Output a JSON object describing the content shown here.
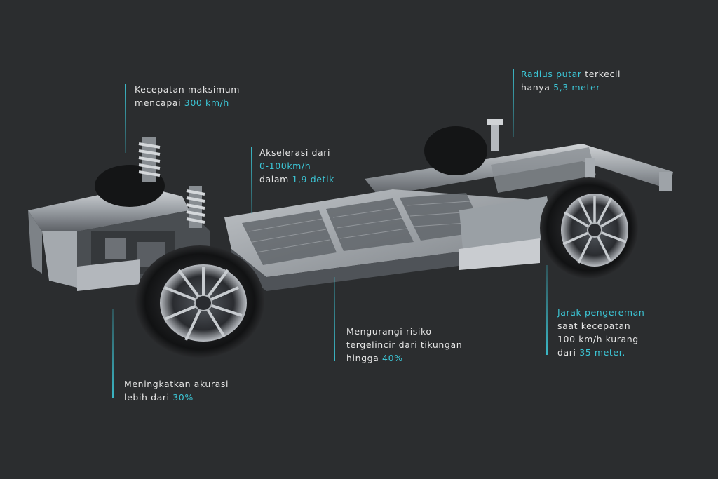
{
  "colors": {
    "background": "#2b2d2f",
    "accent": "#3cc6d6",
    "text": "#e6e6e6"
  },
  "callouts": {
    "speed": {
      "line1": "Kecepatan maksimum",
      "line2_pre": "mencapai ",
      "line2_hl": "300 km/h"
    },
    "accel": {
      "line1": "Akselerasi dari",
      "line2_hl": "0-100km/h",
      "line3_pre": "dalam ",
      "line3_hl": "1,9 detik"
    },
    "radius": {
      "line1_hl": "Radius putar",
      "line1_post": " terkecil",
      "line2_pre": "hanya ",
      "line2_hl": "5,3 meter"
    },
    "braking": {
      "line1_hl": "Jarak pengereman",
      "line2": "saat kecepatan",
      "line3": "100 km/h kurang",
      "line4_pre": "dari ",
      "line4_hl": "35 meter."
    },
    "slip": {
      "line1": "Mengurangi risiko",
      "line2": "tergelincir dari tikungan",
      "line3_pre": "hingga ",
      "line3_hl": "40%"
    },
    "accuracy": {
      "line1": "Meningkatkan akurasi",
      "line2_pre": "lebih dari ",
      "line2_hl": "30%"
    }
  }
}
